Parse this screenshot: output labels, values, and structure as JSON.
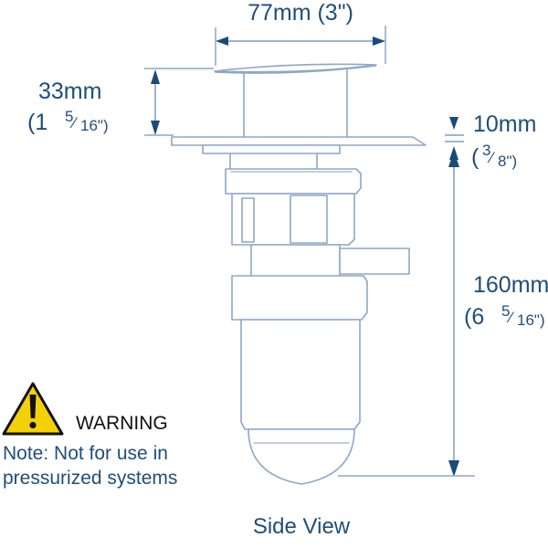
{
  "sheet": {
    "background": "#ffffff",
    "line_color": "#8ea7c6",
    "annotation_color": "#1f4e79",
    "warning_color": "#f5d006"
  },
  "caption": {
    "label": "Side View"
  },
  "dimensions": {
    "width_top": {
      "name": "overall-flange-width",
      "metric": "77mm (3\")",
      "metric_value": "77mm",
      "imperial_value": "(3\")",
      "orientation": "horizontal"
    },
    "cap_height": {
      "name": "cap-height",
      "metric_value": "33mm",
      "imperial_whole": "(1",
      "imperial_num": "5",
      "imperial_den": "16\")",
      "orientation": "vertical"
    },
    "gasket_thickness": {
      "name": "gasket-thickness",
      "metric_value": "10mm",
      "imperial_num": "3",
      "imperial_den": "8\")",
      "imperial_open": "(",
      "orientation": "vertical"
    },
    "overall_length": {
      "name": "overall-length",
      "metric_value": "160mm",
      "imperial_whole": "(6",
      "imperial_num": "5",
      "imperial_den": "16\")",
      "orientation": "vertical"
    }
  },
  "warning": {
    "icon": "warning-triangle-icon",
    "title": "WARNING",
    "note_line_1": "Note: Not for use in",
    "note_line_2": "pressurized systems"
  }
}
